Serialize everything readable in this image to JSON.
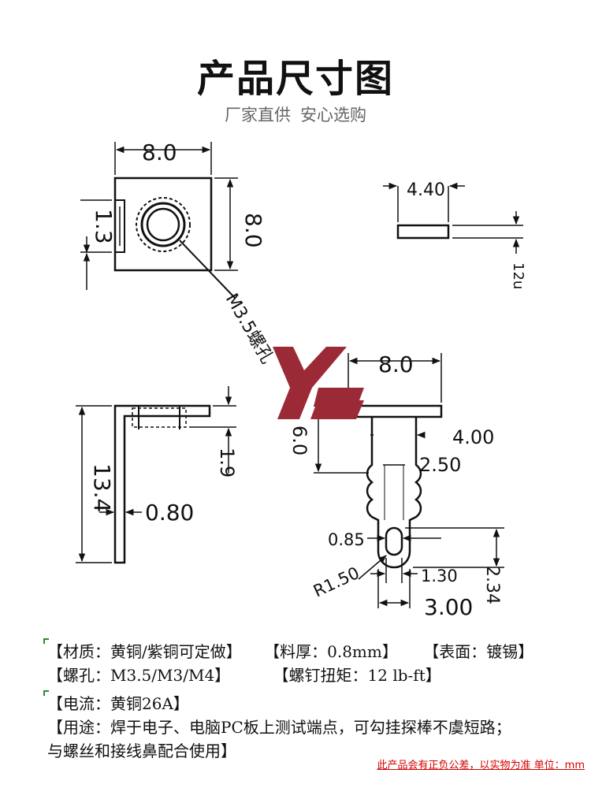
{
  "header": {
    "title": "产品尺寸图",
    "subtitle_left": "厂家直供",
    "subtitle_right": "安心选购"
  },
  "dimensions": {
    "top_width": "8.0",
    "top_height": "8.0",
    "slot_offset": "1.3",
    "hole_label": "M3.5螺孔",
    "end_width": "4.40",
    "end_thickness": "12u",
    "side_height": "13.4",
    "side_thickness": "0.80",
    "nut_height": "1.9",
    "front_width": "8.0",
    "front_neck": "6.0",
    "front_stem_width": "4.00",
    "front_groove": "2.50",
    "front_hole": "0.85",
    "front_radius": "R1.50",
    "front_tip_width": "1.30",
    "front_tip_height": "2.34",
    "front_bottom_width": "3.00"
  },
  "logo": {
    "text": "YZ",
    "color": "#9b2a36"
  },
  "specs": {
    "material": "【材质：黄铜/紫铜可定做】",
    "thickness": "【料厚：0.8mm】",
    "surface": "【表面：镀锡】",
    "hole": "【螺孔：M3.5/M3/M4】",
    "torque": "【螺钉扭矩：12 lb-ft】",
    "current": "【电流：黄铜26A】",
    "usage_line1": "【用途：焊于电子、电脑PC板上测试端点，可勾挂探棒不虞短路；",
    "usage_line2": "与螺丝和接线鼻配合使用】"
  },
  "note": "此产品会有正负公差，以实物为准 单位：mm",
  "colors": {
    "line": "#111111",
    "note": "#d40000",
    "logo": "#9b2a36"
  }
}
